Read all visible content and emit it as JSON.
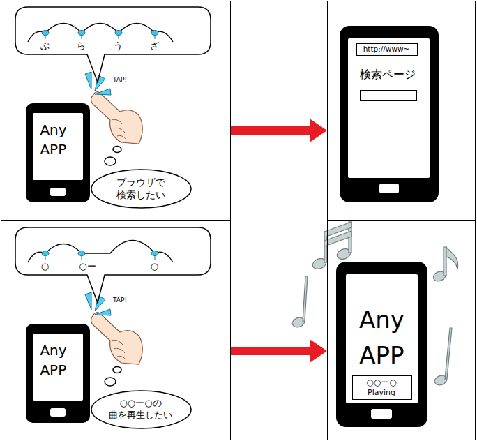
{
  "diagram": {
    "nodes": [
      {},
      {
        "text": [
          "ぶ",
          "ら",
          "う",
          "ざ"
        ],
        "in": 0
      },
      {
        "text": [
          "Any APP"
        ],
        "in": 0
      },
      {
        "text": [
          "ブラウザで 検索したい"
        ],
        "in": 0
      },
      {},
      {
        "text": [
          "検索ページ"
        ],
        "in": 4
      },
      {
        "text": [
          "http://www~"
        ],
        "in": 5
      },
      {},
      {
        "text": [
          "○",
          "○ー",
          "○"
        ],
        "in": 7
      },
      {
        "text": [
          "Any APP"
        ],
        "in": 7
      },
      {
        "text": [
          "○○ー○の 曲を再生したい"
        ],
        "in": 7
      },
      {},
      {
        "text": [
          "Any APP"
        ],
        "in": 11
      },
      {
        "text": [
          "○○ー○",
          "Playing"
        ],
        "in": 12
      }
    ],
    "edges": [
      {
        "from": 0,
        "to": 4,
        "arrow": "to"
      },
      {
        "from": 7,
        "to": 11,
        "arrow": "to"
      }
    ],
    "labels": [
      "TAP!",
      "TAP!"
    ]
  }
}
